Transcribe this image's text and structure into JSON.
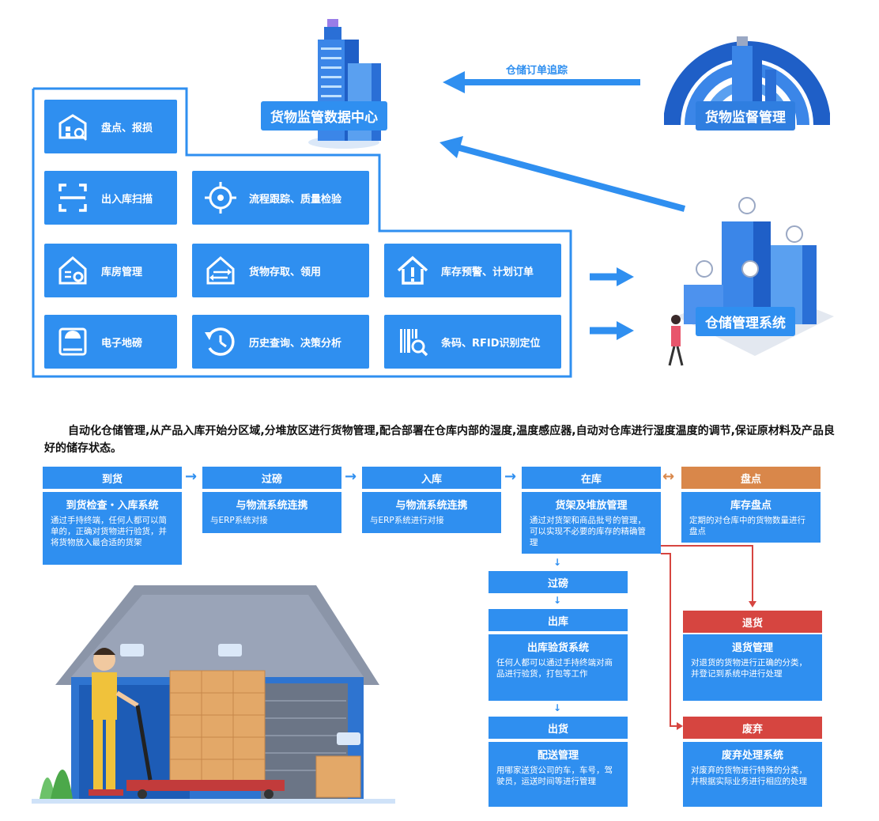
{
  "top": {
    "data_center": "货物监管数据中心",
    "supervision": "货物监督管理",
    "wms": "仓储管理系统",
    "order_tracking": "仓储订单追踪",
    "tiles": [
      {
        "label": "盘点、报损",
        "icon": "warehouse-search-icon"
      },
      {
        "label": "出入库扫描",
        "icon": "scan-frame-icon"
      },
      {
        "label": "流程跟踪、质量检验",
        "icon": "target-icon"
      },
      {
        "label": "库房管理",
        "icon": "house-gear-icon"
      },
      {
        "label": "货物存取、领用",
        "icon": "house-transfer-icon"
      },
      {
        "label": "库存预警、计划订单",
        "icon": "house-alert-icon"
      },
      {
        "label": "电子地磅",
        "icon": "scale-icon"
      },
      {
        "label": "历史查询、决策分析",
        "icon": "history-icon"
      },
      {
        "label": "条码、RFID识别定位",
        "icon": "barcode-search-icon"
      }
    ]
  },
  "description": "自动化仓储管理,从产品入库开始分区域,分堆放区进行货物管理,配合部署在仓库内部的湿度,温度感应器,自动对仓库进行湿度温度的调节,保证原材料及产品良好的储存状态。",
  "flow": {
    "stages": [
      {
        "header": "到货",
        "title": "到货检查・入库系统",
        "desc": "通过手持终端，任何人都可以简单的，正确对货物进行验货，并将货物放入最合适的货架"
      },
      {
        "header": "过磅",
        "title": "与物流系统连携",
        "desc": "与ERP系统对接"
      },
      {
        "header": "入库",
        "title": "与物流系统连携",
        "desc": "与ERP系统进行对接"
      },
      {
        "header": "在库",
        "title": "货架及堆放管理",
        "desc": "通过对货架和商品批号的管理，可以实现不必要的库存的精确管理"
      },
      {
        "header": "盘点",
        "title": "库存盘点",
        "desc": "定期的对仓库中的货物数量进行盘点"
      }
    ],
    "weigh2": "过磅",
    "outbound": {
      "header": "出库",
      "title": "出库验货系统",
      "desc": "任何人都可以通过手持终端对商品进行验货，打包等工作"
    },
    "ship": {
      "header": "出货",
      "title": "配送管理",
      "desc": "用哪家送货公司的车，车号，驾驶员，运送时间等进行管理"
    },
    "returns": {
      "header": "退货",
      "title": "退货管理",
      "desc": "对退货的货物进行正确的分类，并登记到系统中进行处理"
    },
    "scrap": {
      "header": "废弃",
      "title": "废弃处理系统",
      "desc": "对废弃的货物进行特殊的分类，并根据实际业务进行相应的处理"
    }
  },
  "colors": {
    "blue": "#2f8ff0",
    "header_blue": "#2f8ff0",
    "orange": "#d9874a",
    "red": "#d64540"
  }
}
